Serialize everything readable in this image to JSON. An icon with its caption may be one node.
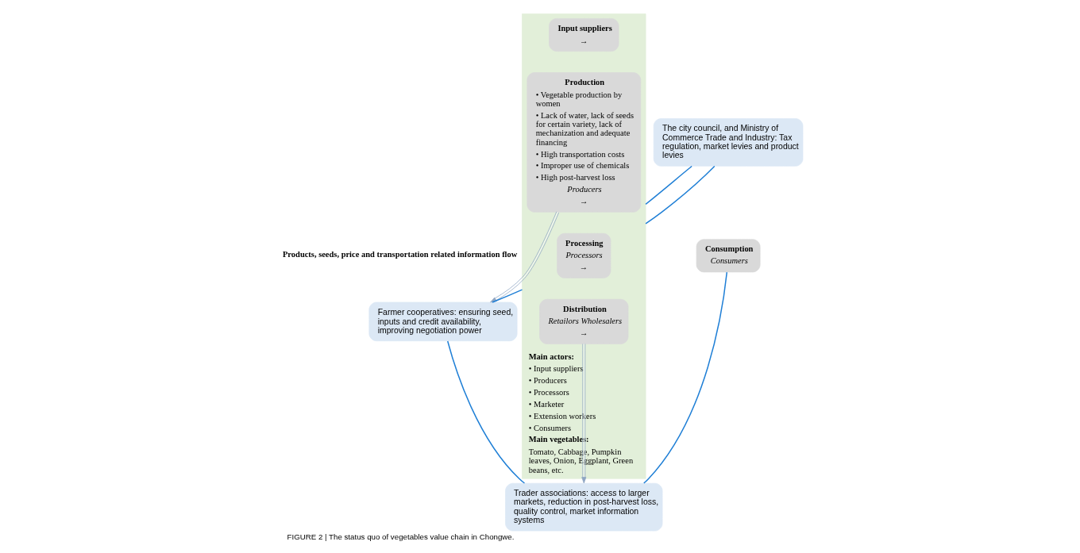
{
  "diagram": {
    "caption": "FIGURE 2 | The status quo of vegetables value chain in Chongwe.",
    "nodes": [
      {
        "text": [
          "Main actors:",
          "• Input suppliers",
          "• Producers",
          "• Processors",
          "• Marketer",
          "• Extension workers",
          "• Consumers",
          "Main vegetables:",
          "Tomato, Cabbage, Pumpkin leaves, Onion, Eggplant, Green beans, etc."
        ]
      },
      {
        "text": [
          "Input suppliers",
          "→"
        ],
        "in": 0
      },
      {
        "text": [
          "Production",
          "• Vegetable production by women",
          "• Lack of water, lack of seeds for certain variety, lack of mechanization and adequate financing",
          "• High transportation costs",
          "• Improper use of chemicals",
          "• High post-harvest loss",
          "Producers",
          "→"
        ],
        "in": 0
      },
      {
        "text": [
          "Processing",
          "Processors",
          "→"
        ],
        "in": 0
      },
      {
        "text": [
          "Distribution",
          "Retailors Wholesalers",
          "→"
        ],
        "in": 0
      },
      {
        "text": [
          "Consumption",
          "Consumers"
        ]
      },
      {
        "text": [
          "The city council, and Ministry of Commerce Trade and Industry: Tax regulation, market levies and product levies"
        ]
      },
      {
        "text": [
          "Farmer cooperatives: ensuring seed, inputs and credit availability, improving negotiation power"
        ]
      },
      {
        "text": [
          "Trader associations: access to larger markets, reduction in post-harvest loss, quality control, market information systems"
        ]
      }
    ],
    "edges": [
      {
        "from": 0,
        "to": 6,
        "arrow": "none"
      },
      {
        "from": 6,
        "to": 0,
        "arrow": "none"
      },
      {
        "from": 0,
        "to": 7,
        "arrow": "none"
      },
      {
        "from": 7,
        "to": 8,
        "arrow": "none"
      },
      {
        "from": 8,
        "to": 5,
        "arrow": "none"
      },
      {
        "from": 2,
        "to": 7,
        "arrow": "to",
        "color": "#8fa6c4"
      },
      {
        "from": 4,
        "to": 8,
        "arrow": "to",
        "color": "#8fa6c4"
      }
    ],
    "labels": [
      "Products, seeds, price and transportation related information flow"
    ]
  }
}
